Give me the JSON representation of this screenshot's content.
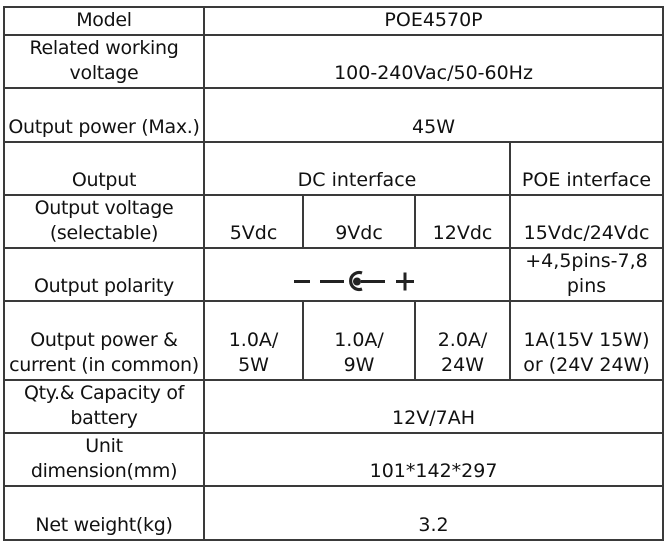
{
  "table": {
    "rows": {
      "model": {
        "label": "Model",
        "value": "POE4570P"
      },
      "voltage": {
        "label": "Related working voltage",
        "value": "100-240Vac/50-60Hz"
      },
      "power_max": {
        "label": "Output power (Max.)",
        "value": "45W"
      },
      "output": {
        "label": "Output",
        "dc": "DC interface",
        "poe": "POE interface"
      },
      "output_voltage": {
        "label": "Output voltage (selectable)",
        "dc": [
          "5Vdc",
          "9Vdc",
          "12Vdc"
        ],
        "poe": "15Vdc/24Vdc"
      },
      "polarity": {
        "label": "Output polarity",
        "dc_symbol": "minus-center-positive-plug-icon",
        "poe": "+4,5pins-7,8 pins"
      },
      "power_current": {
        "label": "Output power & current (in common)",
        "dc": [
          "1.0A/ 5W",
          "1.0A/ 9W",
          "2.0A/ 24W"
        ],
        "poe": "1A(15V 15W) or (24V 24W)"
      },
      "battery": {
        "label": "Qty.& Capacity of battery",
        "value": "12V/7AH"
      },
      "dimension": {
        "label": "Unit dimension(mm)",
        "value": "101*142*297"
      },
      "weight": {
        "label": "Net weight(kg)",
        "value": "3.2"
      }
    }
  },
  "colors": {
    "border": "#3a3a3a",
    "text": "#111111",
    "background": "#ffffff"
  }
}
